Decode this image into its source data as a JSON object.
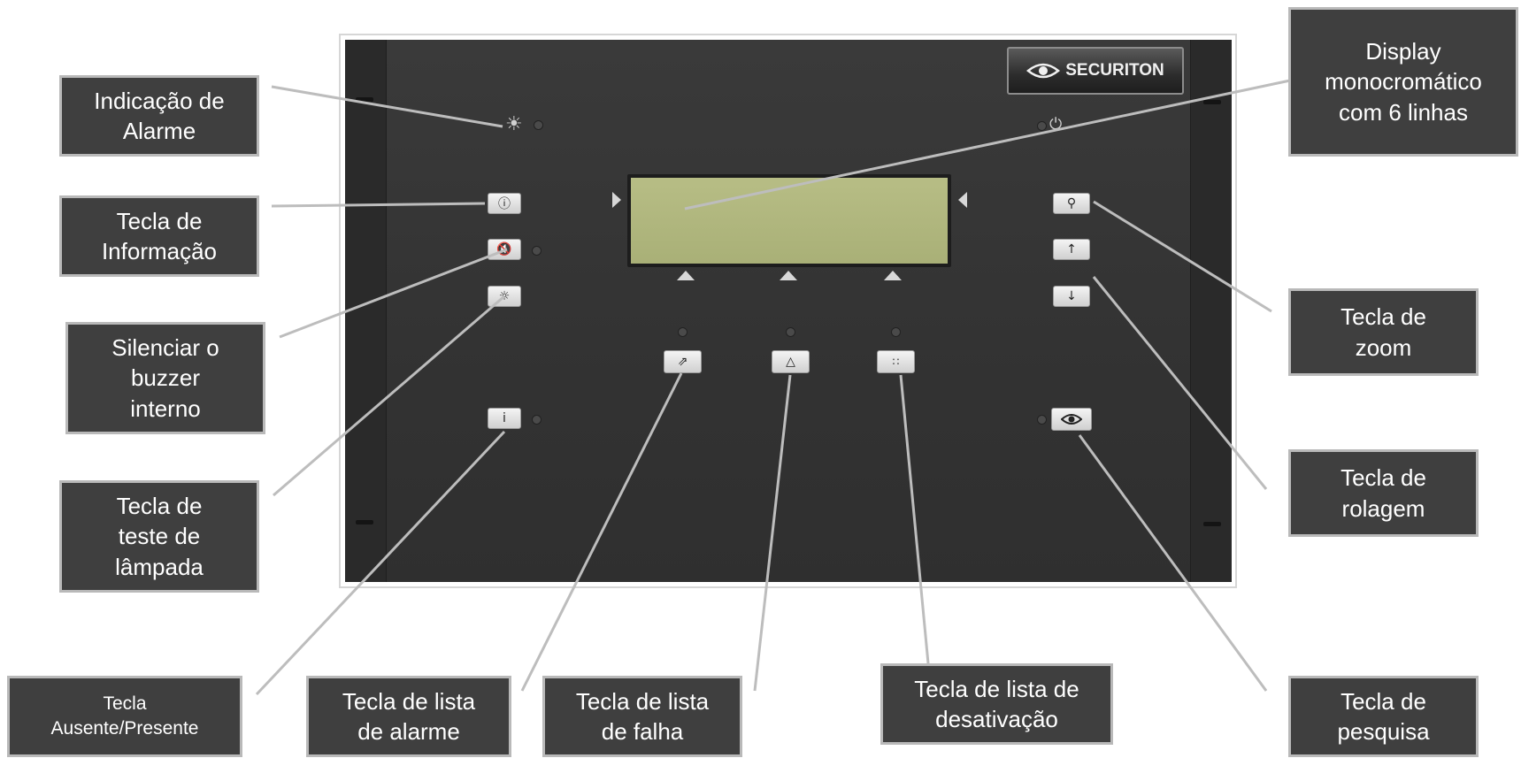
{
  "brand": {
    "logo_text": "SECURITON"
  },
  "colors": {
    "callout_bg": "#3f3f3f",
    "callout_border": "#b9b9b9",
    "panel_bg": "#333333",
    "lcd": "#b0b67e",
    "leader": "#bdbdbd"
  },
  "callouts": {
    "alarm_indication": "Indicação de\nAlarme",
    "info_key": "Tecla de\nInformação",
    "silence_buzzer": "Silenciar o\nbuzzer\ninterno",
    "lamp_test": "Tecla de\nteste de\nlâmpada",
    "absent_present": "Tecla\nAusente/Presente",
    "alarm_list": "Tecla de lista\nde alarme",
    "fault_list": "Tecla de lista\nde falha",
    "disable_list": "Tecla de lista de\ndesativação",
    "search_key": "Tecla de\npesquisa",
    "scroll_key": "Tecla de\nrolagem",
    "zoom_key": "Tecla de\nzoom",
    "display": "Display\nmonocromático\ncom 6 linhas"
  },
  "icons": {
    "alarm_indicator": "fire-alarm-icon",
    "power_indicator": "power-icon",
    "info": "info-icon",
    "silence": "buzzer-off-icon",
    "lamp": "lamp-icon",
    "absent": "person-icon",
    "alarm_list": "fire-alarm-icon",
    "fault_list": "warning-triangle-icon",
    "disable_list": "network-disabled-icon",
    "zoom": "magnifier-icon",
    "up": "arrow-up-icon",
    "down": "arrow-down-icon",
    "search": "eye-icon"
  }
}
